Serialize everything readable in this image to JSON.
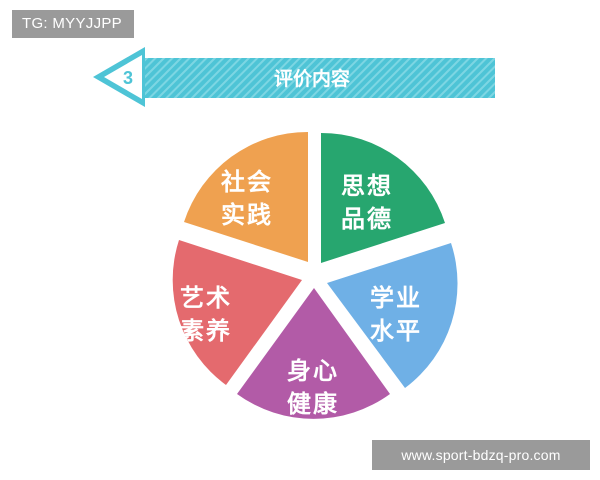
{
  "header": {
    "tag": "TG: MYYJJPP",
    "step_number": "3",
    "title": "评价内容"
  },
  "colors": {
    "banner": "#4ec4d6",
    "moral": "#27a66f",
    "academic": "#6fb0e6",
    "health": "#b25ba7",
    "arts": "#e46a6e",
    "social": "#efa150"
  },
  "segments": [
    {
      "id": "moral",
      "line1": "思想",
      "line2": "品德"
    },
    {
      "id": "academic",
      "line1": "学业",
      "line2": "水平"
    },
    {
      "id": "health",
      "line1": "身心",
      "line2": "健康"
    },
    {
      "id": "arts",
      "line1": "艺术",
      "line2": "素养"
    },
    {
      "id": "social",
      "line1": "社会",
      "line2": "实践"
    }
  ],
  "footer": {
    "url": "www.sport-bdzq-pro.com"
  }
}
